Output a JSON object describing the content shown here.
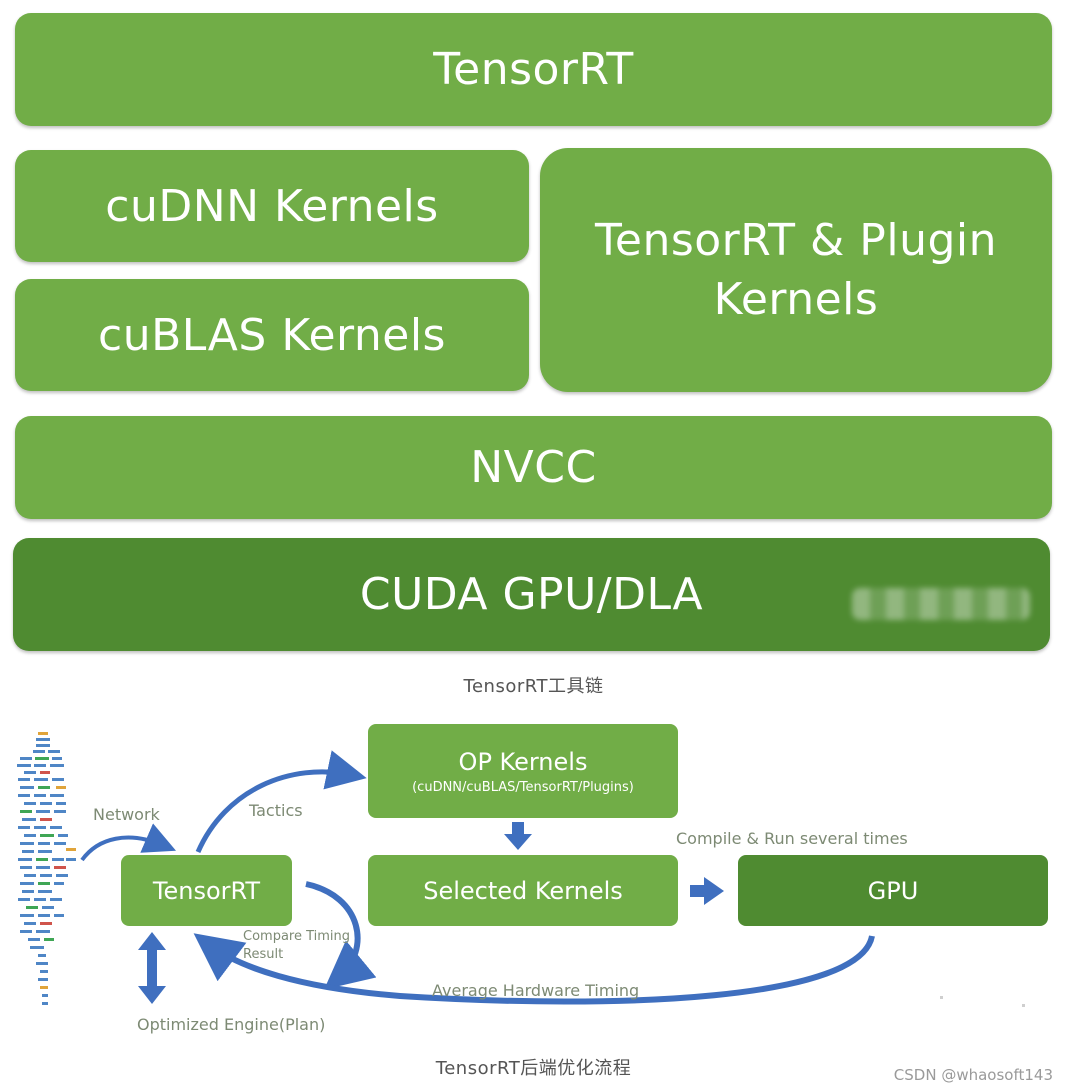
{
  "stack": {
    "tensorrt": "TensorRT",
    "cudnn": "cuDNN Kernels",
    "cublas": "cuBLAS Kernels",
    "plugin_line1": "TensorRT & Plugin",
    "plugin_line2": "Kernels",
    "nvcc": "NVCC",
    "cuda": "CUDA GPU/DLA",
    "caption": "TensorRT工具链"
  },
  "flow": {
    "op_kernels": "OP Kernels",
    "op_kernels_sub": "(cuDNN/cuBLAS/TensorRT/Plugins)",
    "tensorrt": "TensorRT",
    "selected": "Selected Kernels",
    "gpu": "GPU",
    "network": "Network",
    "tactics": "Tactics",
    "compile_run": "Compile & Run several times",
    "compare_timing": "Compare Timing",
    "compare_result": "Result",
    "avg_timing": "Average Hardware Timing",
    "engine": "Optimized Engine(Plan)",
    "caption": "TensorRT后端优化流程"
  },
  "watermark": "CSDN @whaosoft143",
  "colors": {
    "green": "#71ad47",
    "dark_green": "#4f8b31",
    "arrow_blue": "#3f6fbf"
  }
}
